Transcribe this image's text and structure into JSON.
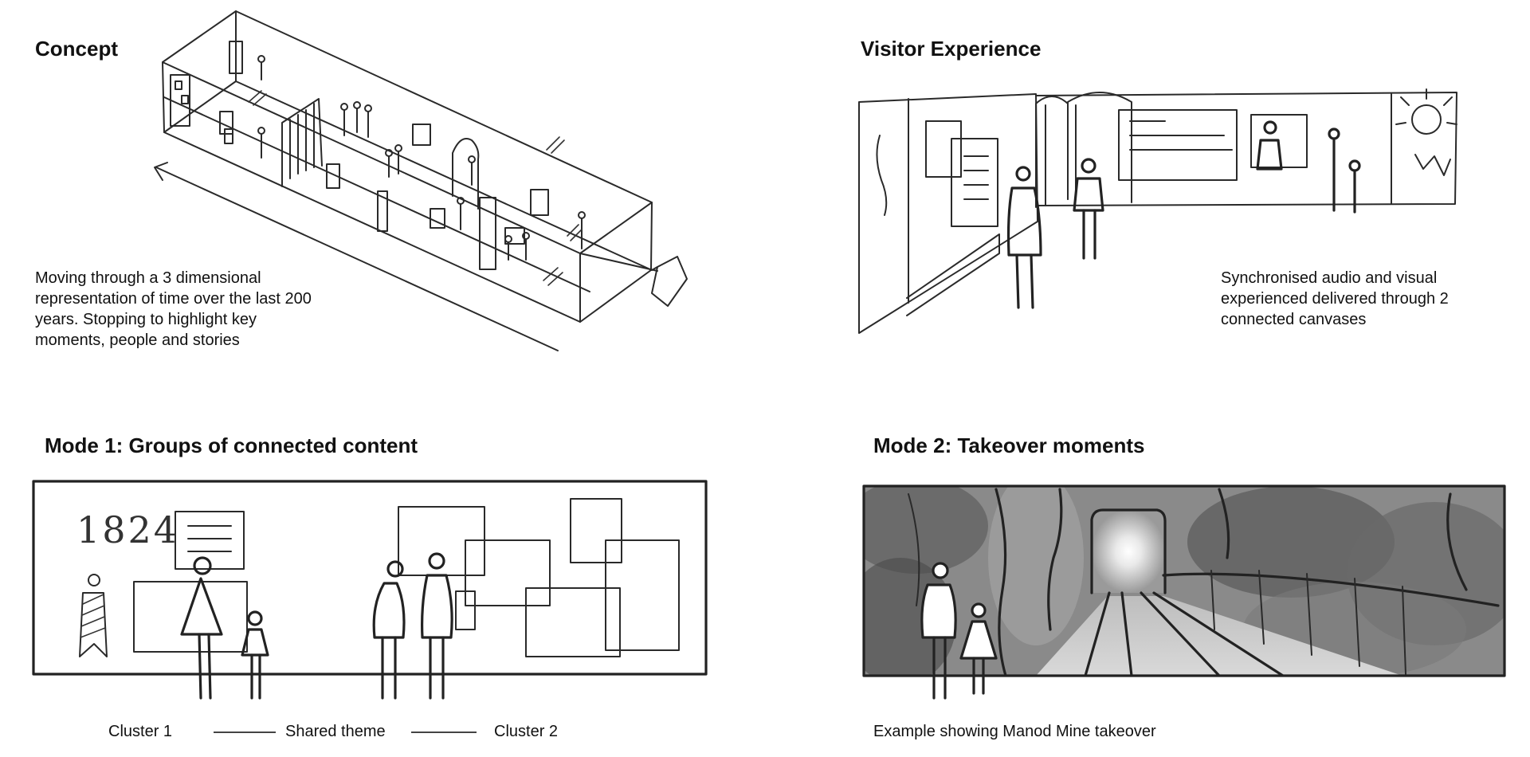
{
  "concept": {
    "title": "Concept",
    "description": "Moving through a 3 dimensional representation of time over the last 200 years. Stopping to highlight key moments, people and stories"
  },
  "visitor_experience": {
    "title": "Visitor Experience",
    "description": "Synchronised audio and visual experienced delivered through 2 connected canvases"
  },
  "mode1": {
    "title": "Mode 1: Groups of connected content",
    "year": "1824",
    "legend": {
      "cluster1": "Cluster 1",
      "shared": "Shared theme",
      "cluster2": "Cluster 2"
    }
  },
  "mode2": {
    "title": "Mode 2: Takeover moments",
    "caption": "Example showing Manod Mine takeover"
  }
}
